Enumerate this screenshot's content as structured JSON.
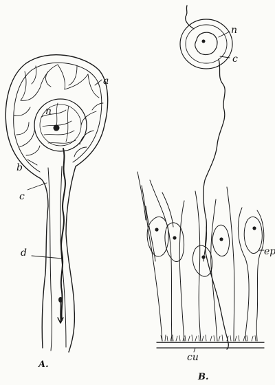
{
  "panels": [
    {
      "caption": "A.",
      "labels": {
        "a": "a",
        "b": "b",
        "c": "c",
        "d": "d",
        "n": "n"
      }
    },
    {
      "caption": "B.",
      "labels": {
        "n": "n",
        "c": "c",
        "ep": "ep",
        "cu": "cu"
      }
    }
  ],
  "colors": {
    "ink": "#1b1b1b",
    "paper": "#fbfbf8"
  }
}
